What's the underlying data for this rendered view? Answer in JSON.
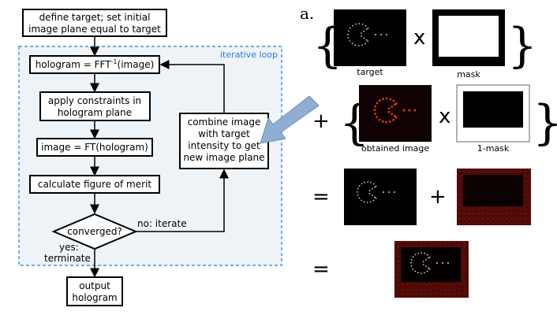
{
  "flowchart": {
    "define_target": [
      "define target; set initial",
      "image plane equal to target"
    ],
    "loop_label": "iterative loop",
    "hologram_fft_prefix": "hologram = FFT",
    "hologram_fft_sup": "-1",
    "hologram_fft_suffix": "(image)",
    "apply_constraints": [
      "apply constraints in",
      "hologram plane"
    ],
    "image_ft": "image = FT(hologram)",
    "figure_of_merit": "calculate figure of merit",
    "converged": "converged?",
    "no_iterate": "no: iterate",
    "yes_terminate": [
      "yes:",
      "terminate"
    ],
    "combine": [
      "combine image",
      "with target",
      "intensity to get",
      "new image plane"
    ],
    "output": [
      "output",
      "hologram"
    ]
  },
  "panel": {
    "label": "a.",
    "target_caption": "target",
    "mask_caption": "mask",
    "obtained_caption": "obtained image",
    "inverse_mask_caption": "1-mask",
    "times": "x",
    "plus": "+",
    "equals": "=",
    "brace_open": "{",
    "brace_close": "}"
  },
  "colors": {
    "loop_border": "#2a7ad6",
    "loop_fill": "#eef3f8",
    "arrow_fill": "#8faed2",
    "red_glow": "#d62a1a"
  }
}
